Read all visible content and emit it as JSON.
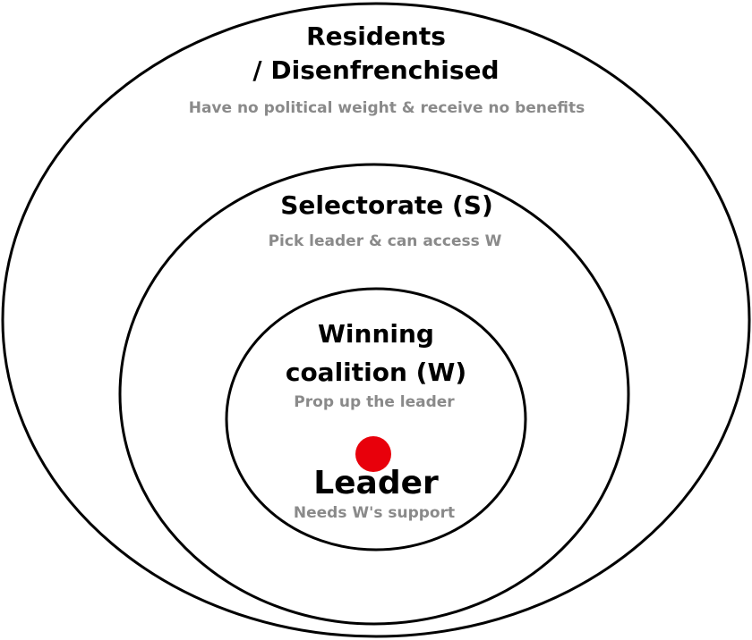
{
  "circles": {
    "outer": {
      "title_line1": "Residents",
      "title_line2": "/ Disenfrenchised",
      "description": "Have no political weight & receive no benefits"
    },
    "middle": {
      "title": "Selectorate (S)",
      "description": "Pick leader & can access W"
    },
    "inner": {
      "title_line1": "Winning",
      "title_line2": "coalition (W)",
      "description": "Prop up the leader"
    },
    "leader": {
      "title": "Leader",
      "description": "Needs W's support",
      "marker_color": "#e8000b"
    }
  },
  "colors": {
    "ring_stroke": "#000000",
    "title_text": "#000000",
    "description_text": "#8a8a8a",
    "background": "#ffffff"
  }
}
